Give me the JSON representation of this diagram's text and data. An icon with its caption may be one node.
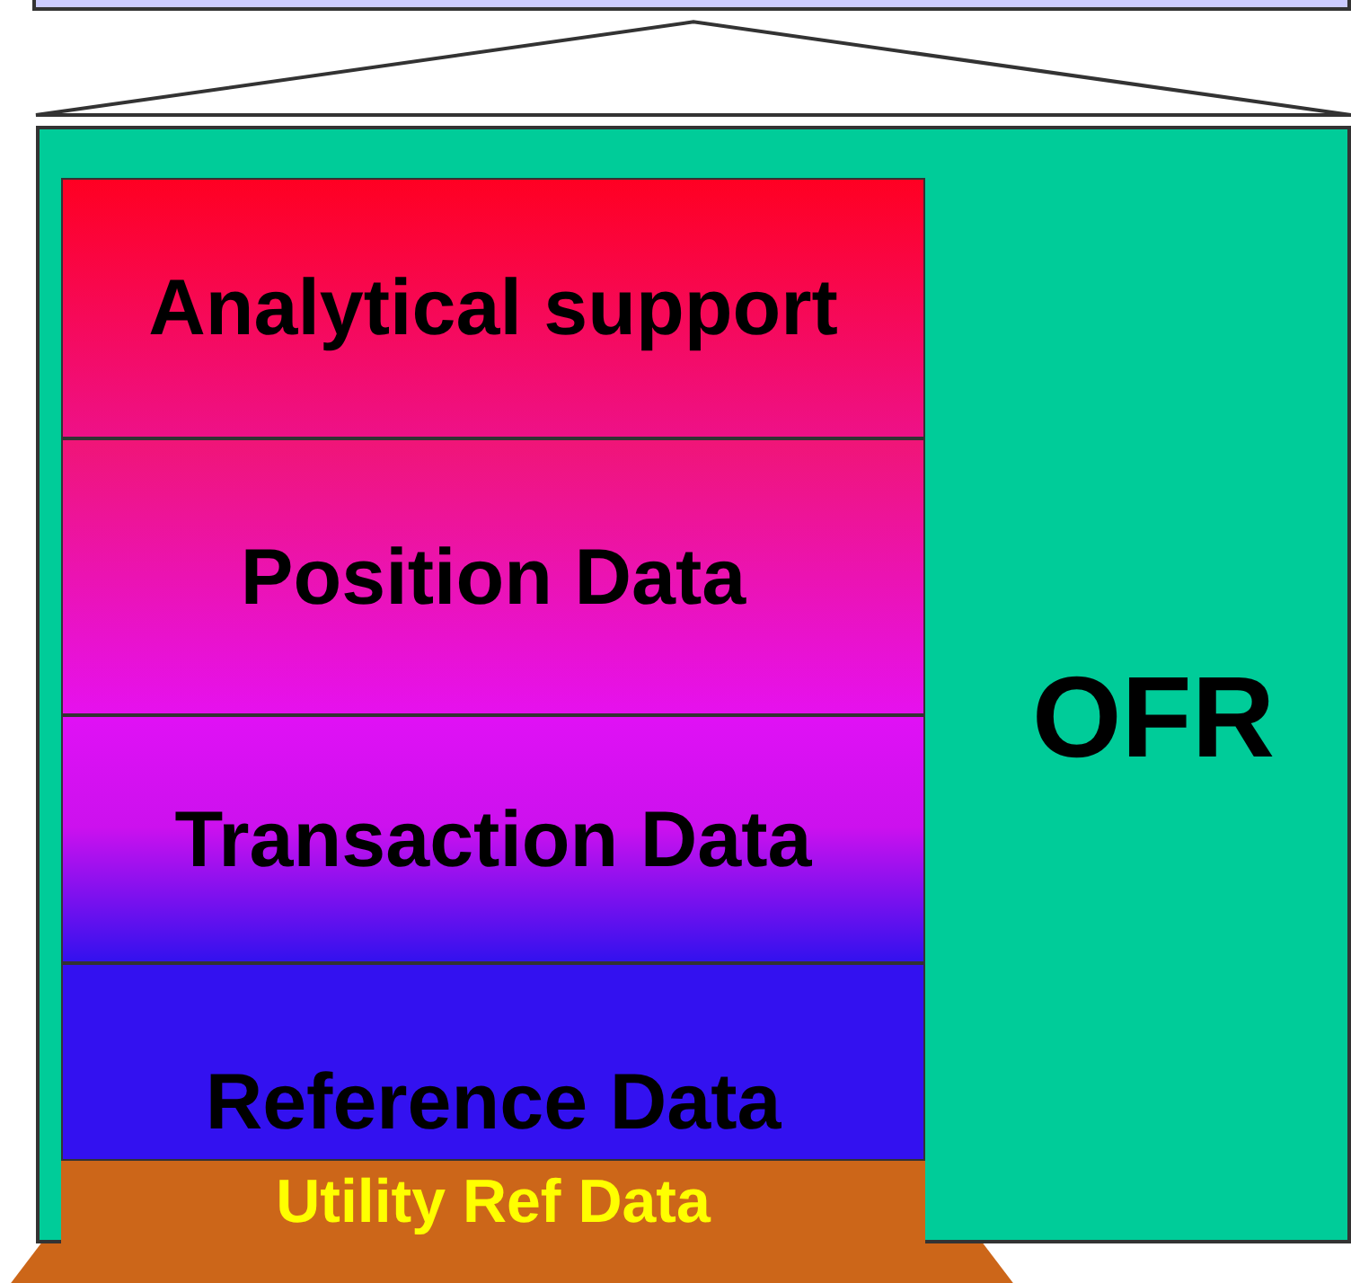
{
  "diagram": {
    "nodes": [
      {
        "text": [],
        "shape": "box"
      },
      {
        "text": [],
        "shape": "triangle"
      },
      {
        "text": [
          "OFR"
        ]
      },
      {
        "text": [
          "Analytical support"
        ],
        "in": 2
      },
      {
        "text": [
          "Position Data"
        ],
        "in": 2
      },
      {
        "text": [
          "Transaction Data"
        ],
        "in": 2
      },
      {
        "text": [
          "Reference Data"
        ],
        "in": 2
      },
      {
        "text": [
          "Utility Ref Data"
        ],
        "in": 2
      },
      {
        "text": [],
        "shape": "bar"
      }
    ]
  }
}
